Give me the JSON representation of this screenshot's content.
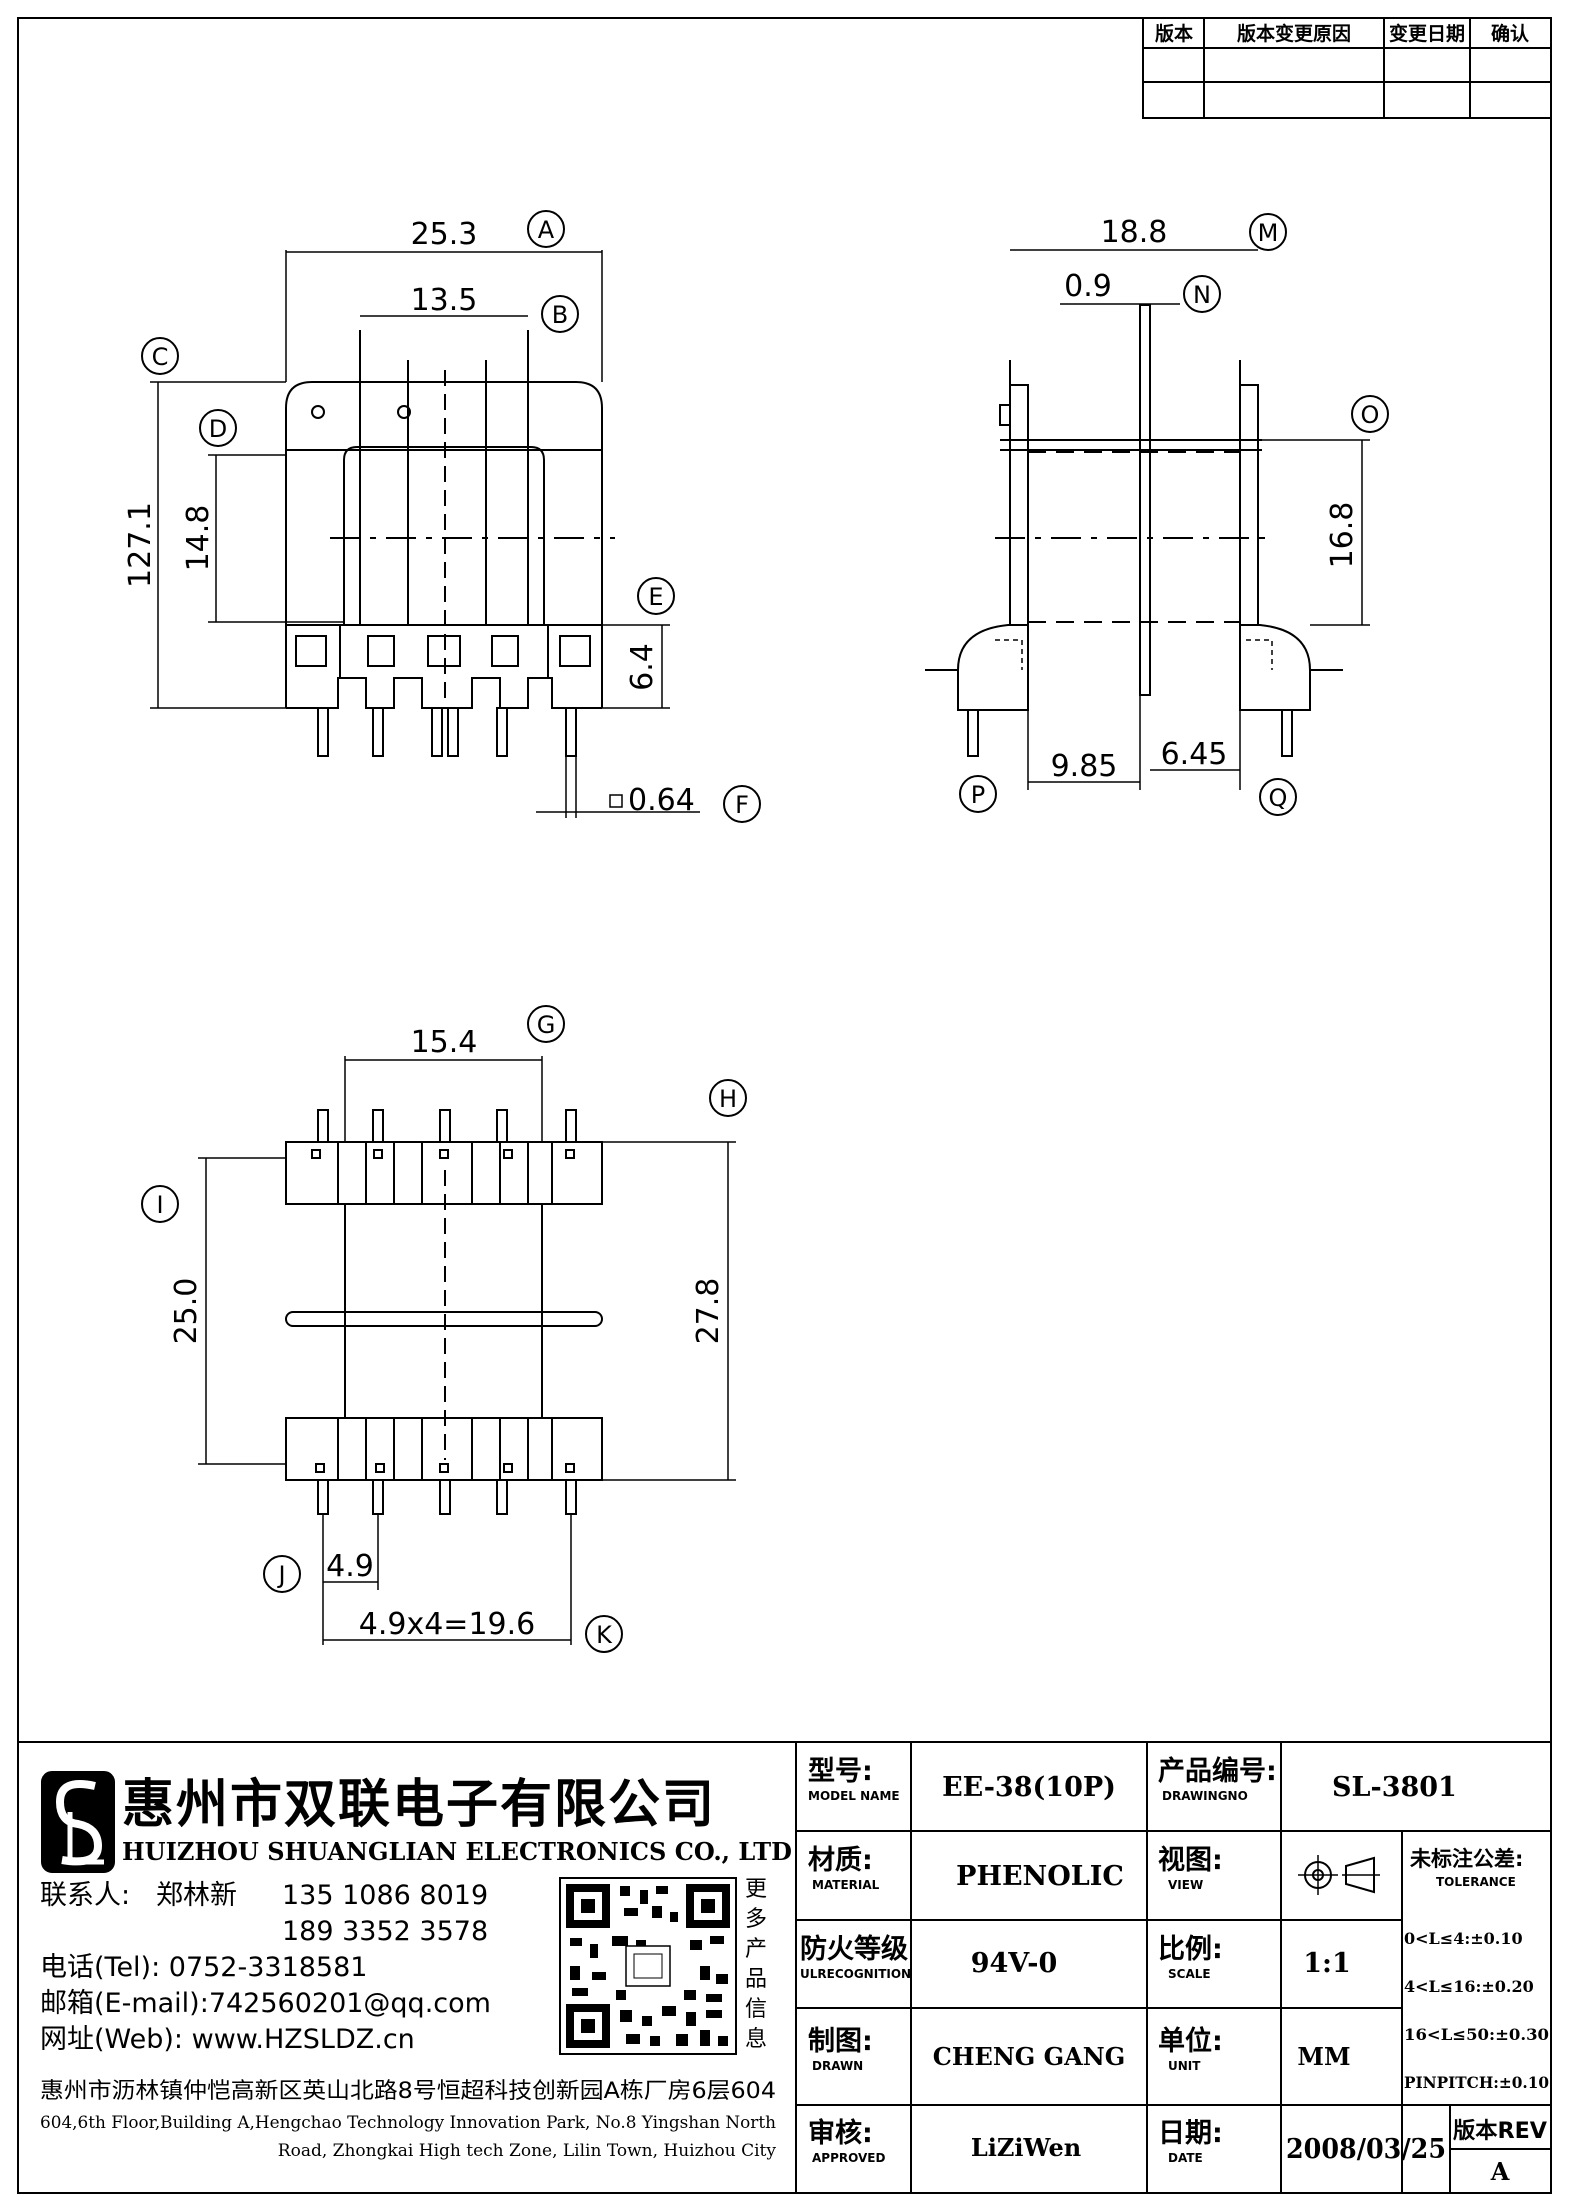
{
  "revision_table": {
    "headers": [
      "版本",
      "版本变更原因",
      "变更日期",
      "确认"
    ]
  },
  "views": {
    "front": {
      "dims": {
        "A_value": "25.3",
        "B_value": "13.5",
        "C_value": "127.1",
        "D_value": "14.8",
        "E_value": "6.4",
        "F_value": "0.64"
      },
      "labels": [
        "A",
        "B",
        "C",
        "D",
        "E",
        "F"
      ]
    },
    "side": {
      "dims": {
        "M_value": "18.8",
        "N_value": "0.9",
        "O_value": "16.8",
        "P_value": "9.85",
        "Q_value": "6.45"
      },
      "labels": [
        "M",
        "N",
        "O",
        "P",
        "Q"
      ]
    },
    "bottom": {
      "dims": {
        "G_value": "15.4",
        "H_value": "27.8",
        "I_value": "25.0",
        "J_value": "4.9",
        "K_value": "4.9x4=19.6"
      },
      "labels": [
        "G",
        "H",
        "I",
        "J",
        "K"
      ]
    }
  },
  "company": {
    "name_zh": "惠州市双联电子有限公司",
    "name_en": "HUIZHOU SHUANGLIAN ELECTRONICS CO., LTD",
    "contact_label": "联系人:",
    "contact_name": "郑林新",
    "phone1": "135 1086 8019",
    "phone2": "189 3352 3578",
    "tel": "电话(Tel): 0752-3318581",
    "email": "邮箱(E-mail):742560201@qq.com",
    "web": "网址(Web): www.HZSLDZ.cn",
    "qr_caption": [
      "更",
      "多",
      "产",
      "品",
      "信",
      "息"
    ],
    "address_zh": "惠州市沥林镇仲恺高新区英山北路8号恒超科技创新园A栋厂房6层604",
    "address_en_1": "604,6th Floor,Building A,Hengchao Technology Innovation Park, No.8 Yingshan North",
    "address_en_2": "Road, Zhongkai High tech Zone, Lilin Town, Huizhou City"
  },
  "title_block": {
    "model_label_zh": "型号:",
    "model_label_en": "MODEL NAME",
    "model_value": "EE-38(10P)",
    "drawing_label_zh": "产品编号:",
    "drawing_label_en": "DRAWINGNO",
    "drawing_value": "SL-3801",
    "material_label_zh": "材质:",
    "material_label_en": "MATERIAL",
    "material_value": "PHENOLIC",
    "view_label_zh": "视图:",
    "view_label_en": "VIEW",
    "tolerance_label_zh": "未标注公差:",
    "tolerance_label_en": "TOLERANCE",
    "tolerances": [
      "0<L≤4:±0.10",
      "4<L≤16:±0.20",
      "16<L≤50:±0.30",
      "PINPITCH:±0.10"
    ],
    "fire_label_zh": "防火等级",
    "fire_label_en": "ULRECOGNITION",
    "fire_value": "94V-0",
    "scale_label_zh": "比例:",
    "scale_label_en": "SCALE",
    "scale_value": "1:1",
    "drawn_label_zh": "制图:",
    "drawn_label_en": "DRAWN",
    "drawn_value": "CHENG GANG",
    "unit_label_zh": "单位:",
    "unit_label_en": "UNIT",
    "unit_value": "MM",
    "approved_label_zh": "审核:",
    "approved_label_en": "APPROVED",
    "approved_value": "LiZiWen",
    "date_label_zh": "日期:",
    "date_label_en": "DATE",
    "date_value": "2008/03/25",
    "rev_label": "版本REV",
    "rev_value": "A"
  },
  "logo_icon": "SL-monogram-icon",
  "qr_icon": "qr-code-icon"
}
